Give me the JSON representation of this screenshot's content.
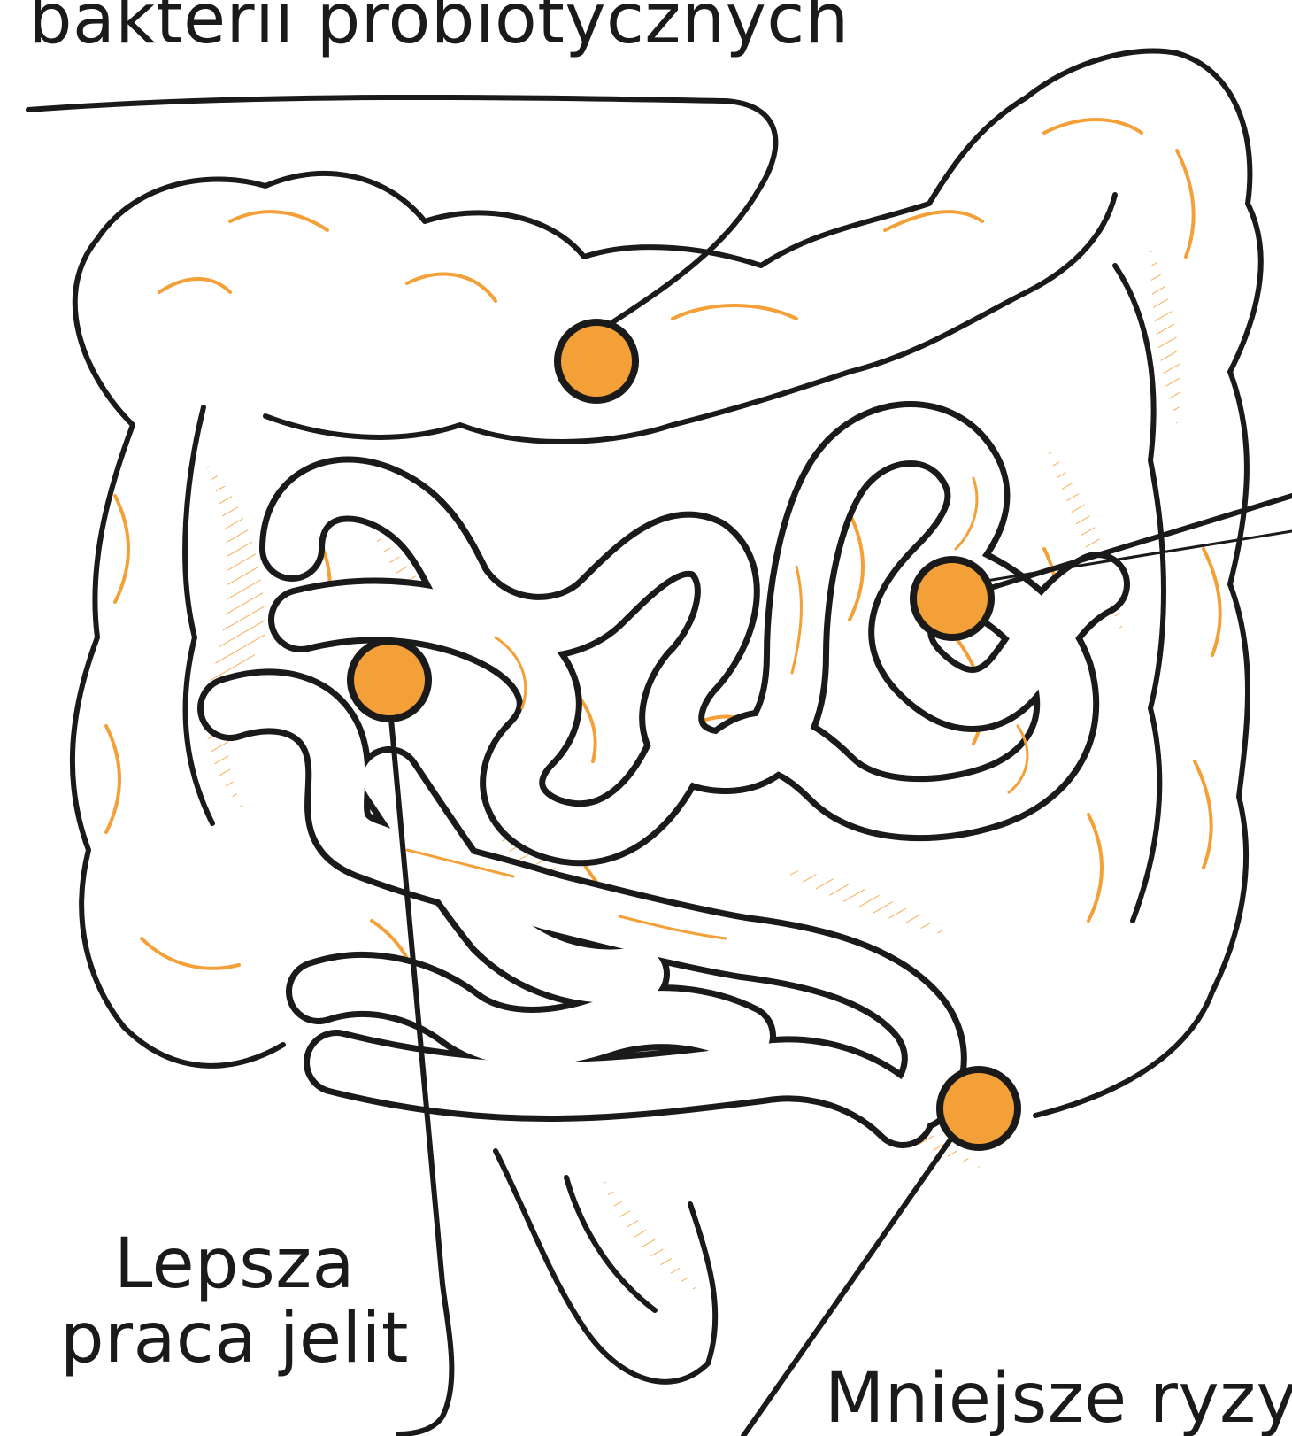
{
  "labels": {
    "top": "bakterii probiotycznych",
    "left_line1": "Lepsza",
    "left_line2": "praca jelit",
    "bottom_right": "Mniejsze ryzyk"
  },
  "markers": {
    "count": 4,
    "color": "#f4a038"
  },
  "colors": {
    "ink": "#1a1a1a",
    "accent": "#f4a038",
    "background": "#ffffff"
  }
}
